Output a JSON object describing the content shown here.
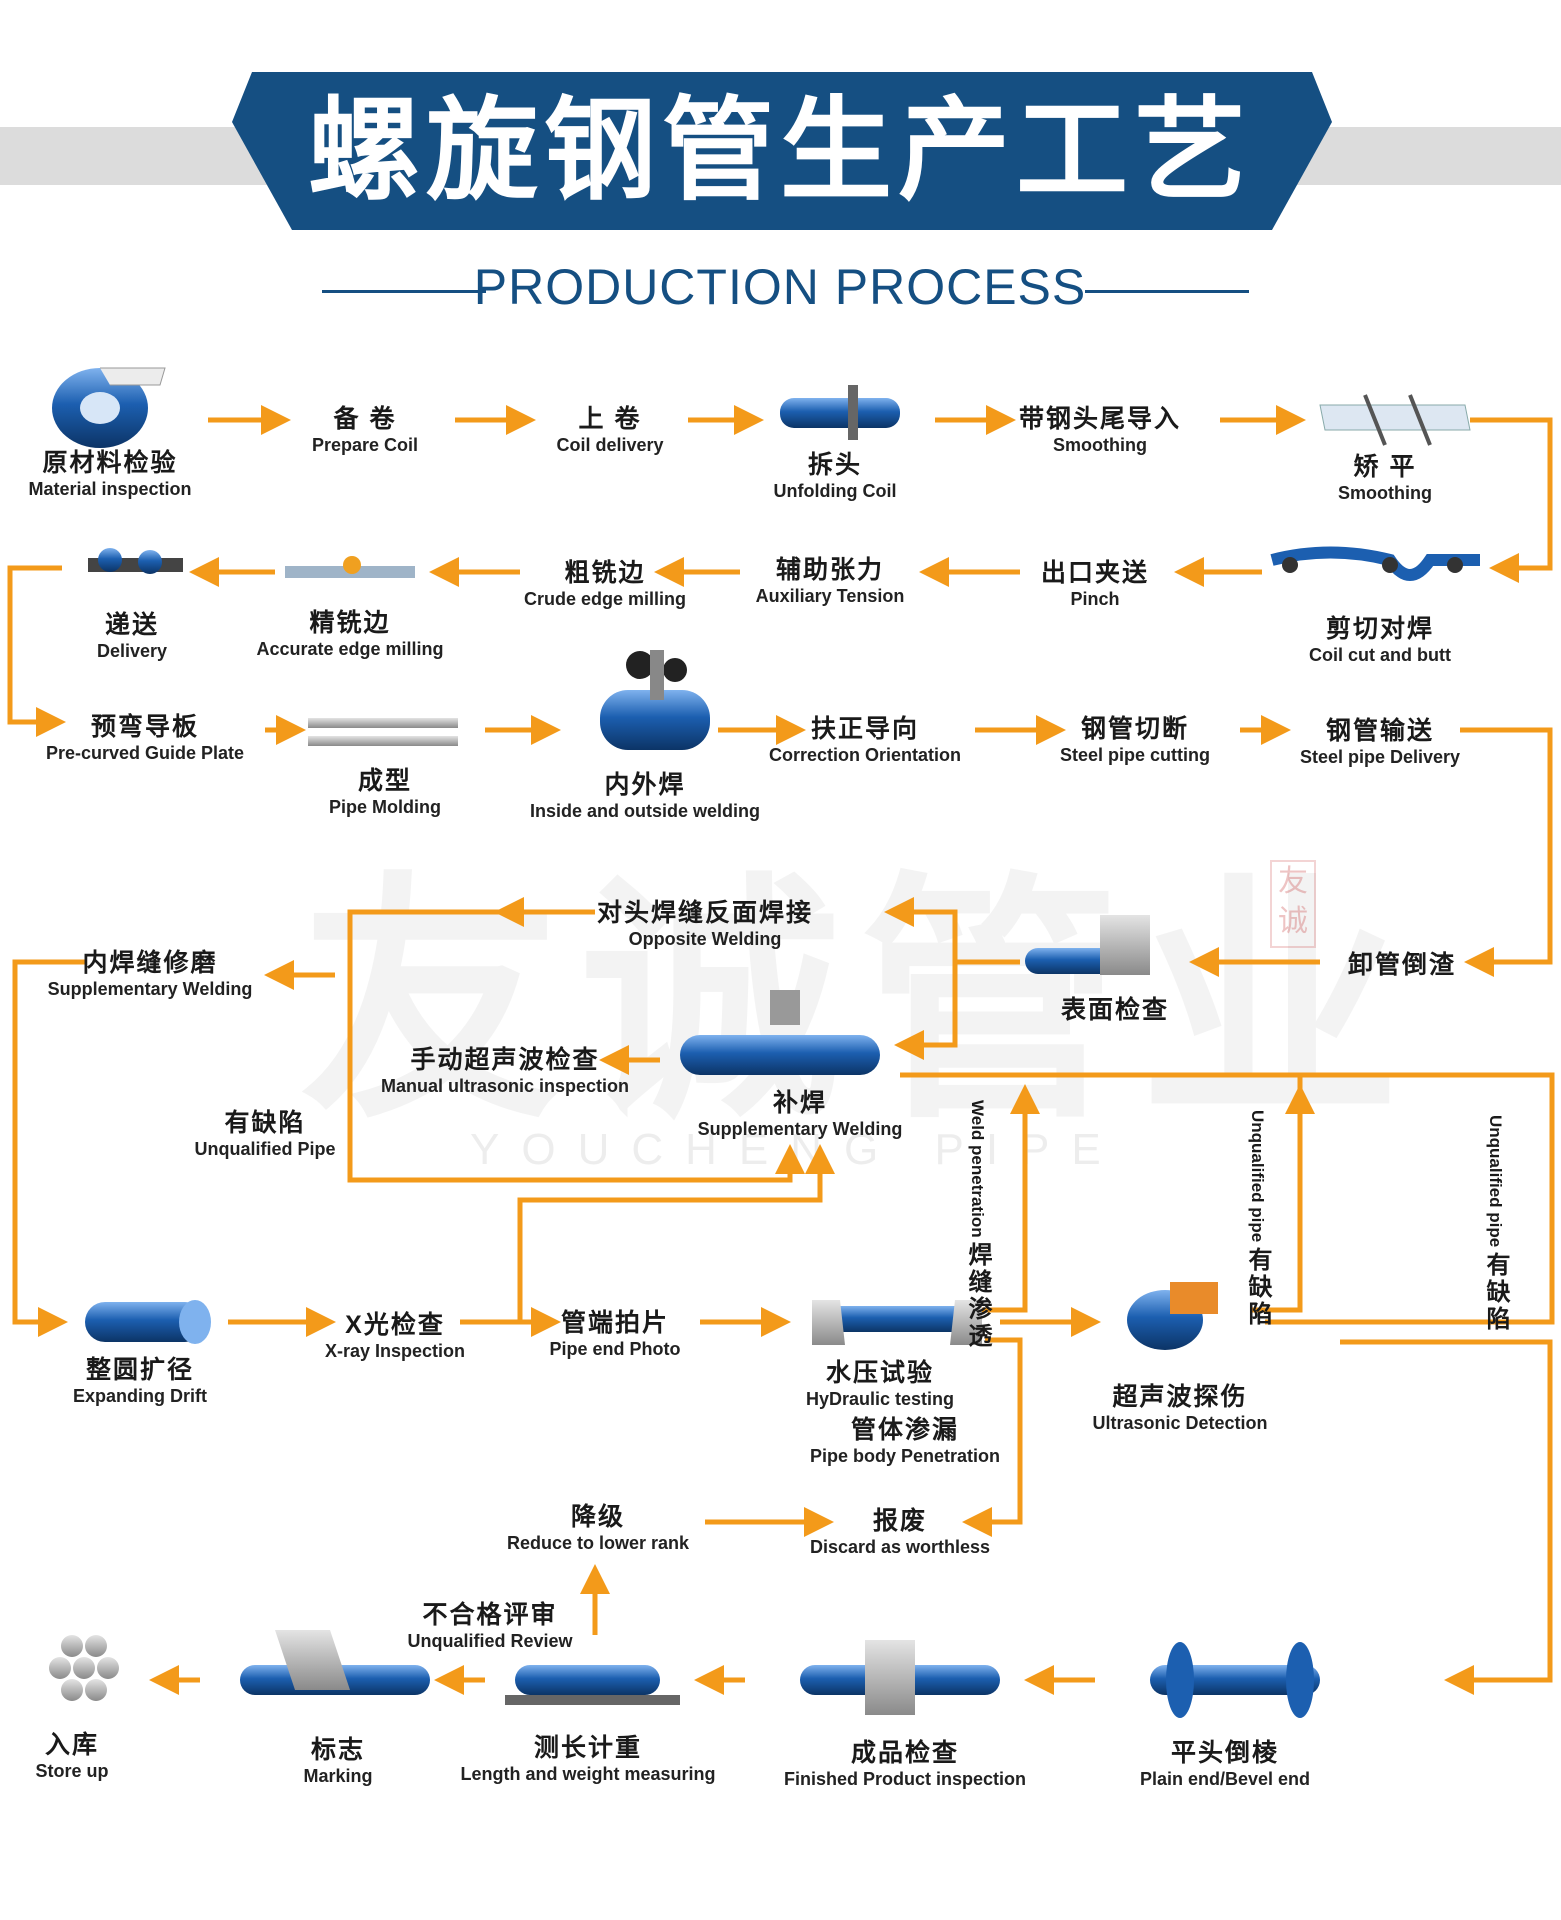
{
  "header": {
    "title": "螺旋钢管生产工艺",
    "subtitle": "PRODUCTION PROCESS"
  },
  "watermark": {
    "brand_en": "YOUCHENG PIPE"
  },
  "steps": {
    "material_inspection": {
      "zh": "原材料检验",
      "en": "Material inspection"
    },
    "prepare_coil": {
      "zh": "备 卷",
      "en": "Prepare  Coil"
    },
    "coil_delivery": {
      "zh": "上 卷",
      "en": "Coil  delivery"
    },
    "unfolding_coil": {
      "zh": "拆头",
      "en": "Unfolding Coil"
    },
    "smoothing_guide": {
      "zh": "带钢头尾导入",
      "en": "Smoothing"
    },
    "smoothing": {
      "zh": "矫 平",
      "en": "Smoothing"
    },
    "coil_cut_butt": {
      "zh": "剪切对焊",
      "en": "Coil cut and butt"
    },
    "pinch": {
      "zh": "出口夹送",
      "en": "Pinch"
    },
    "auxiliary_tension": {
      "zh": "辅助张力",
      "en": "Auxiliary Tension"
    },
    "crude_edge_milling": {
      "zh": "粗铣边",
      "en": "Crude edge milling"
    },
    "accurate_edge_milling": {
      "zh": "精铣边",
      "en": "Accurate edge milling"
    },
    "delivery": {
      "zh": "递送",
      "en": "Delivery"
    },
    "pre_curved_guide": {
      "zh": "预弯导板",
      "en": "Pre-curved Guide Plate"
    },
    "pipe_molding": {
      "zh": "成型",
      "en": "Pipe Molding"
    },
    "inside_outside_welding": {
      "zh": "内外焊",
      "en": "Inside and outside welding"
    },
    "correction_orientation": {
      "zh": "扶正导向",
      "en": "Correction Orientation"
    },
    "steel_pipe_cutting": {
      "zh": "钢管切断",
      "en": "Steel pipe cutting"
    },
    "steel_pipe_delivery": {
      "zh": "钢管输送",
      "en": "Steel pipe Delivery"
    },
    "unload_slag": {
      "zh": "卸管倒渣"
    },
    "surface_check": {
      "zh": "表面检查"
    },
    "opposite_welding": {
      "zh": "对头焊缝反面焊接",
      "en": "Opposite Welding"
    },
    "supplementary_grinding": {
      "zh": "内焊缝修磨",
      "en": "Supplementary Welding"
    },
    "manual_ultrasonic": {
      "zh": "手动超声波检查",
      "en": "Manual ultrasonic inspection"
    },
    "supplementary_welding": {
      "zh": "补焊",
      "en": "Supplementary Welding"
    },
    "unqualified_pipe_left": {
      "zh": "有缺陷",
      "en": "Unqualified Pipe"
    },
    "weld_penetration": {
      "zh": "焊缝渗透",
      "en": "Weld penetration"
    },
    "unqualified_pipe_mid": {
      "zh": "有缺陷",
      "en": "Unqualified pipe"
    },
    "unqualified_pipe_right": {
      "zh": "有缺陷",
      "en": "Unqualified pipe"
    },
    "expanding_drift": {
      "zh": "整圆扩径",
      "en": "Expanding Drift"
    },
    "xray_inspection": {
      "zh": "X光检查",
      "en": "X-ray Inspection"
    },
    "pipe_end_photo": {
      "zh": "管端拍片",
      "en": "Pipe end Photo"
    },
    "hydraulic_testing": {
      "zh": "水压试验",
      "en": "HyDraulic testing"
    },
    "pipe_body_penetration": {
      "zh": "管体渗漏",
      "en": "Pipe body Penetration"
    },
    "ultrasonic_detection": {
      "zh": "超声波探伤",
      "en": "Ultrasonic Detection"
    },
    "reduce_rank": {
      "zh": "降级",
      "en": "Reduce to lower rank"
    },
    "discard": {
      "zh": "报废",
      "en": "Discard as worthless"
    },
    "unqualified_review": {
      "zh": "不合格评审",
      "en": "Unqualified Review"
    },
    "store_up": {
      "zh": "入库",
      "en": "Store up"
    },
    "marking": {
      "zh": "标志",
      "en": "Marking"
    },
    "length_weight": {
      "zh": "测长计重",
      "en": "Length and weight measuring"
    },
    "finished_product": {
      "zh": "成品检查",
      "en": "Finished Product inspection"
    },
    "plain_bevel_end": {
      "zh": "平头倒棱",
      "en": "Plain end/Bevel end"
    }
  },
  "colors": {
    "banner": "#154f82",
    "arrow": "#f39a1a",
    "pipe": "#1c5fb0",
    "text": "#1a1a1a"
  }
}
